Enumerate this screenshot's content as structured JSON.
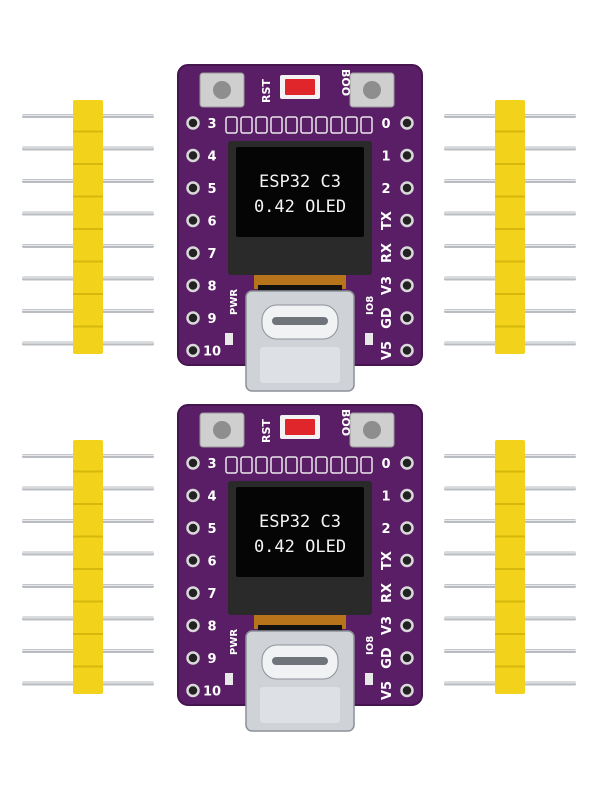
{
  "colors": {
    "pcb": "#5a1e66",
    "pcb_edge": "#46144f",
    "header_plastic": "#f2d21a",
    "pin_metal": "#b9bcc1",
    "usb_metal": "#cfd3d8",
    "oled_bezel": "#2a2a2a",
    "oled_screen": "#050505",
    "switch_red": "#e0262b",
    "silk": "#ffffff"
  },
  "boards": [
    {
      "oled_line1": "ESP32 C3",
      "oled_line2": "0.42 OLED",
      "label_rst": "RST",
      "label_boo": "BOO",
      "label_pwr": "PWR",
      "label_io8": "IO8",
      "left_pins": [
        "3",
        "4",
        "5",
        "6",
        "7",
        "8",
        "9",
        "10"
      ],
      "right_pins": [
        "0",
        "1",
        "2",
        "TX",
        "RX",
        "V3",
        "GD",
        "V5"
      ]
    },
    {
      "oled_line1": "ESP32 C3",
      "oled_line2": "0.42 OLED",
      "label_rst": "RST",
      "label_boo": "BOO",
      "label_pwr": "PWR",
      "label_io8": "IO8",
      "left_pins": [
        "3",
        "4",
        "5",
        "6",
        "7",
        "8",
        "9",
        "10"
      ],
      "right_pins": [
        "0",
        "1",
        "2",
        "TX",
        "RX",
        "V3",
        "GD",
        "V5"
      ]
    }
  ],
  "header_icon": "pin-header-icon",
  "board_icon": "esp32-c3-board-icon"
}
